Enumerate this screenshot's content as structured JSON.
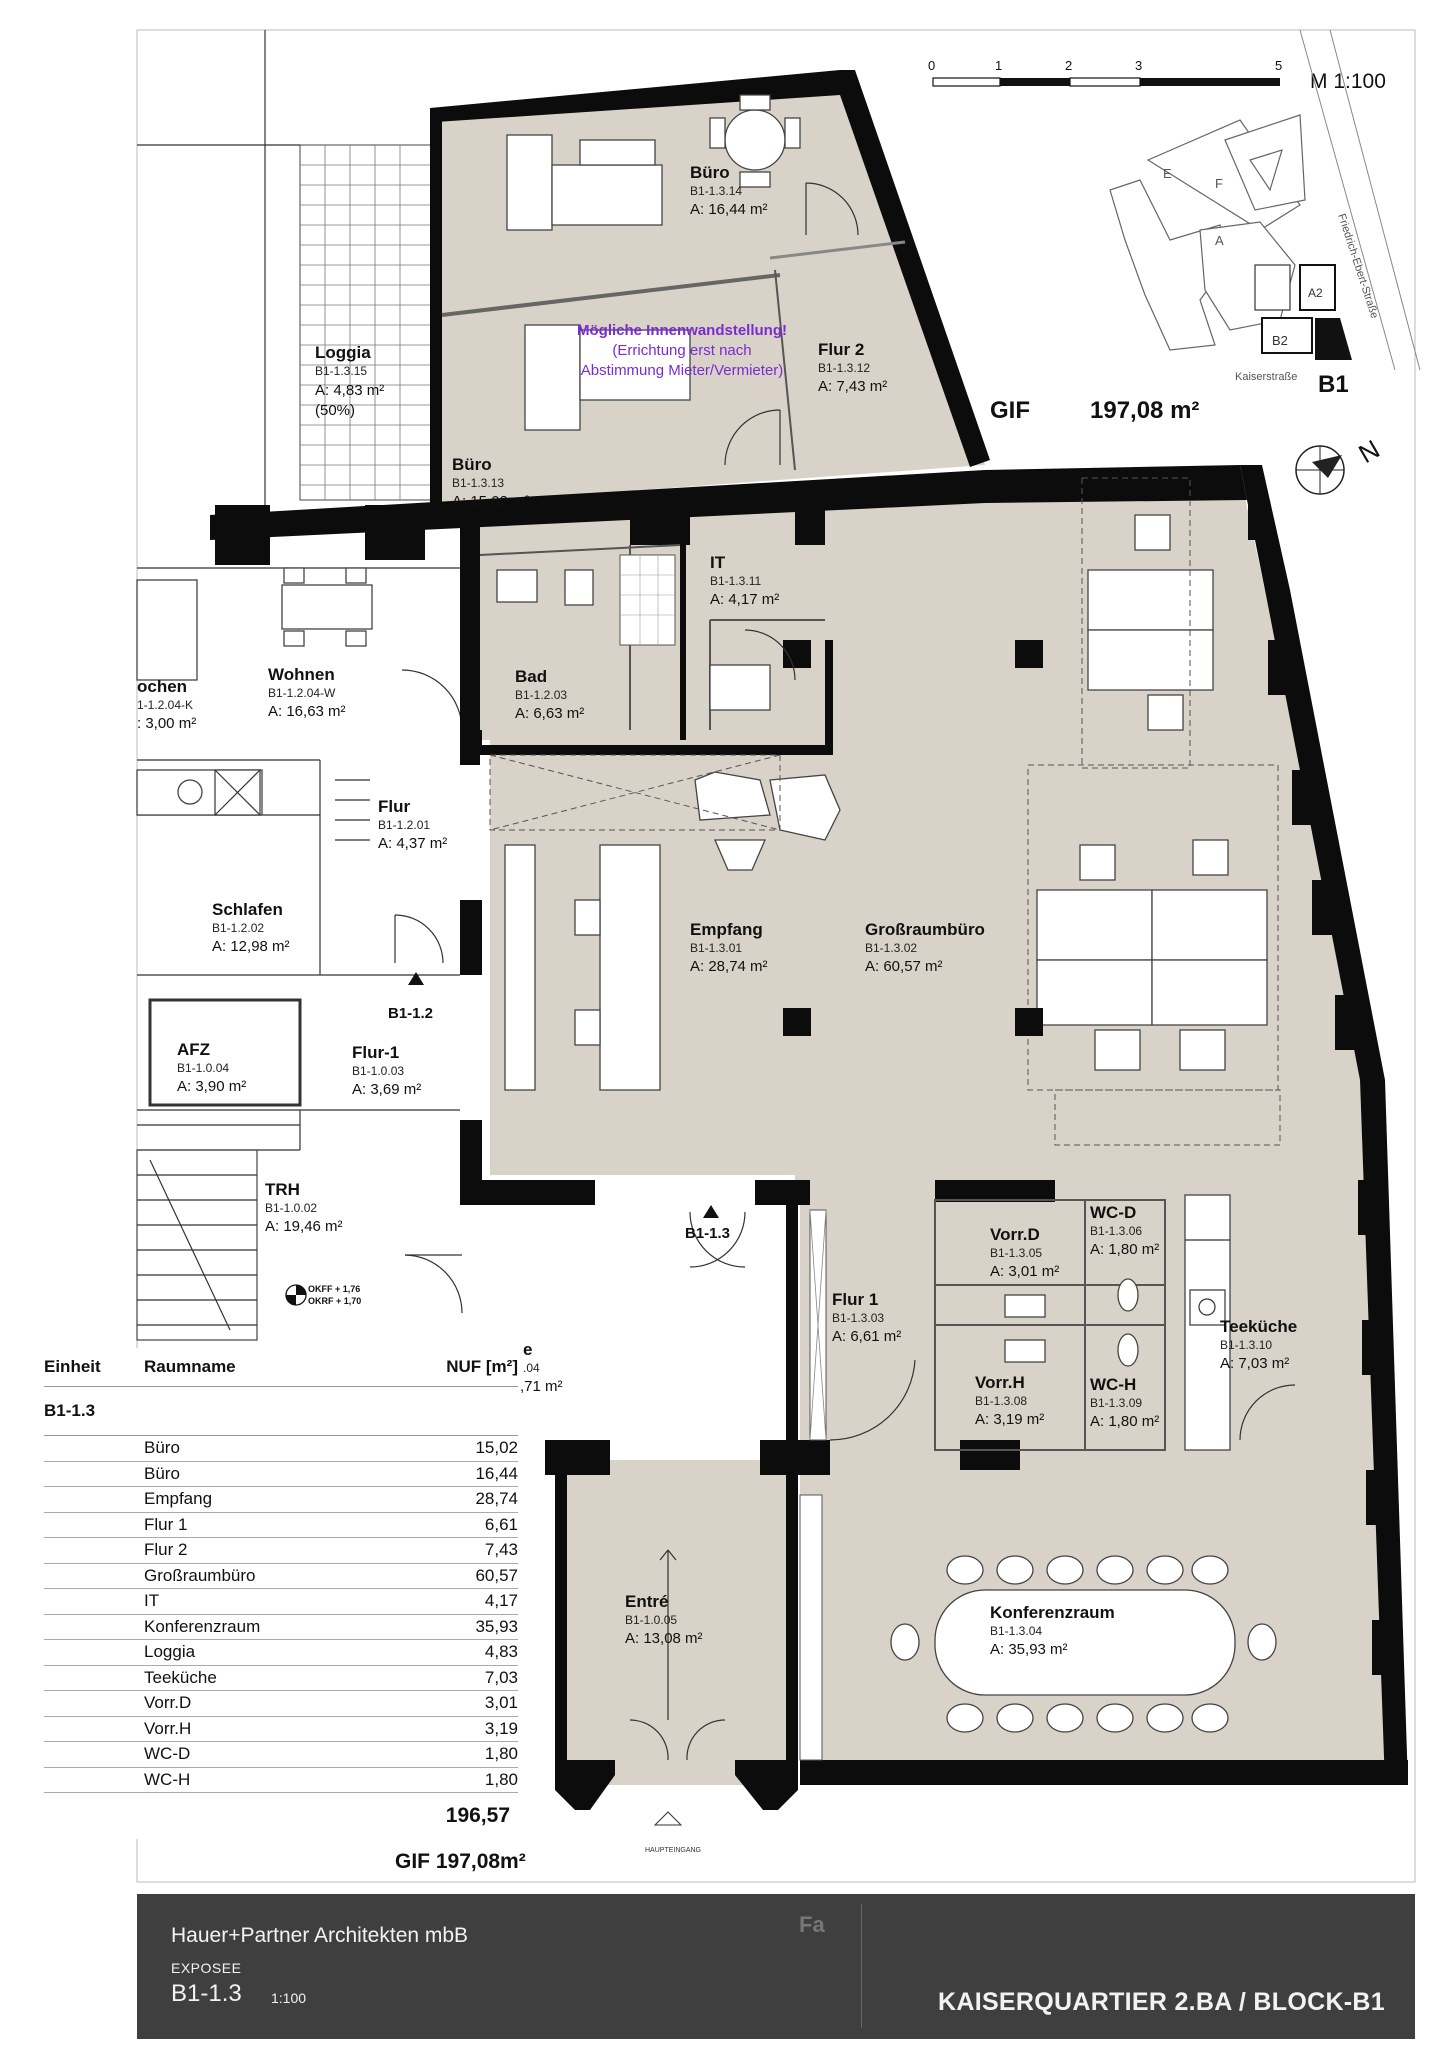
{
  "scale": {
    "ticks": [
      "0",
      "1",
      "2",
      "3",
      "5"
    ],
    "label": "M 1:100"
  },
  "site_plan": {
    "blocks": [
      "E",
      "F",
      "A",
      "A2",
      "B2"
    ],
    "street_east": "Friedrich-Ebert-Straße",
    "street_south": "Kaiserstraße",
    "block_label": "B1"
  },
  "north_label": "N",
  "gif_top": {
    "label": "GIF",
    "value": "197,08 m²"
  },
  "note": {
    "title": "Mögliche Innenwandstellung!",
    "line1": "(Errichtung erst nach",
    "line2": "Abstimmung Mieter/Vermieter)"
  },
  "rooms": {
    "buero14": {
      "name": "Büro",
      "id": "B1-1.3.14",
      "area": "A: 16,44 m²"
    },
    "buero13": {
      "name": "Büro",
      "id": "B1-1.3.13",
      "area": "A: 15,02 m²"
    },
    "flur2": {
      "name": "Flur 2",
      "id": "B1-1.3.12",
      "area": "A: 7,43 m²"
    },
    "loggia": {
      "name": "Loggia",
      "id": "B1-1.3.15",
      "area": "A: 4,83 m²",
      "note": "(50%)"
    },
    "wohnen": {
      "name": "Wohnen",
      "id": "B1-1.2.04-W",
      "area": "A: 16,63 m²"
    },
    "kochen": {
      "name": "ochen",
      "id": "1-1.2.04-K",
      "area": ": 3,00 m²"
    },
    "bad": {
      "name": "Bad",
      "id": "B1-1.2.03",
      "area": "A: 6,63 m²"
    },
    "it": {
      "name": "IT",
      "id": "B1-1.3.11",
      "area": "A: 4,17 m²"
    },
    "flur_w": {
      "name": "Flur",
      "id": "B1-1.2.01",
      "area": "A: 4,37 m²"
    },
    "schlafen": {
      "name": "Schlafen",
      "id": "B1-1.2.02",
      "area": "A: 12,98 m²"
    },
    "empfang": {
      "name": "Empfang",
      "id": "B1-1.3.01",
      "area": "A: 28,74 m²"
    },
    "grossraum": {
      "name": "Großraumbüro",
      "id": "B1-1.3.02",
      "area": "A: 60,57 m²"
    },
    "afz": {
      "name": "AFZ",
      "id": "B1-1.0.04",
      "area": "A: 3,90 m²"
    },
    "flur_1_0": {
      "name": "Flur-1",
      "id": "B1-1.0.03",
      "area": "A: 3,69 m²"
    },
    "trh": {
      "name": "TRH",
      "id": "B1-1.0.02",
      "area": "A: 19,46 m²"
    },
    "vorr_d": {
      "name": "Vorr.D",
      "id": "B1-1.3.05",
      "area": "A: 3,01 m²"
    },
    "wc_d": {
      "name": "WC-D",
      "id": "B1-1.3.06",
      "area": "A: 1,80 m²"
    },
    "flur1": {
      "name": "Flur 1",
      "id": "B1-1.3.03",
      "area": "A: 6,61 m²"
    },
    "teekueche": {
      "name": "Teeküche",
      "id": "B1-1.3.10",
      "area": "A: 7,03 m²"
    },
    "vorr_h": {
      "name": "Vorr.H",
      "id": "B1-1.3.08",
      "area": "A: 3,19 m²"
    },
    "wc_h": {
      "name": "WC-H",
      "id": "B1-1.3.09",
      "area": "A: 1,80 m²"
    },
    "konferenz": {
      "name": "Konferenzraum",
      "id": "B1-1.3.04",
      "area": "A: 35,93 m²"
    },
    "entre": {
      "name": "Entré",
      "id": "B1-1.0.05",
      "area": "A: 13,08 m²"
    },
    "partial_e": {
      "name": "e",
      "id": ".04",
      "area": ",71 m²"
    }
  },
  "markers": {
    "b12": "B1-1.2",
    "b13": "B1-1.3",
    "okff": "OKFF + 1,76",
    "okrf": "OKRF + 1,70",
    "main_entrance": "HAUPTEINGANG"
  },
  "table": {
    "headers": {
      "unit": "Einheit",
      "room": "Raumname",
      "nuf": "NUF [m²]"
    },
    "group": "B1-1.3",
    "rows": [
      {
        "name": "Büro",
        "value": "15,02"
      },
      {
        "name": "Büro",
        "value": "16,44"
      },
      {
        "name": "Empfang",
        "value": "28,74"
      },
      {
        "name": "Flur 1",
        "value": "6,61"
      },
      {
        "name": "Flur 2",
        "value": "7,43"
      },
      {
        "name": "Großraumbüro",
        "value": "60,57"
      },
      {
        "name": "IT",
        "value": "4,17"
      },
      {
        "name": "Konferenzraum",
        "value": "35,93"
      },
      {
        "name": "Loggia",
        "value": "4,83"
      },
      {
        "name": "Teeküche",
        "value": "7,03"
      },
      {
        "name": "Vorr.D",
        "value": "3,01"
      },
      {
        "name": "Vorr.H",
        "value": "3,19"
      },
      {
        "name": "WC-D",
        "value": "1,80"
      },
      {
        "name": "WC-H",
        "value": "1,80"
      }
    ],
    "total": "196,57"
  },
  "gif_bottom": "GIF 197,08m²",
  "footer": {
    "office": "Hauer+Partner Architekten mbB",
    "doc_type": "EXPOSEE",
    "unit": "B1-1.3",
    "scale": "1:100",
    "mark": "Fa",
    "project": "KAISERQUARTIER 2.BA / BLOCK-B1"
  },
  "colors": {
    "floor": "#d9d2c8",
    "wall": "#0c0c0c",
    "note_text": "#7a2ccf",
    "footer_bg": "#3f3f3f"
  }
}
